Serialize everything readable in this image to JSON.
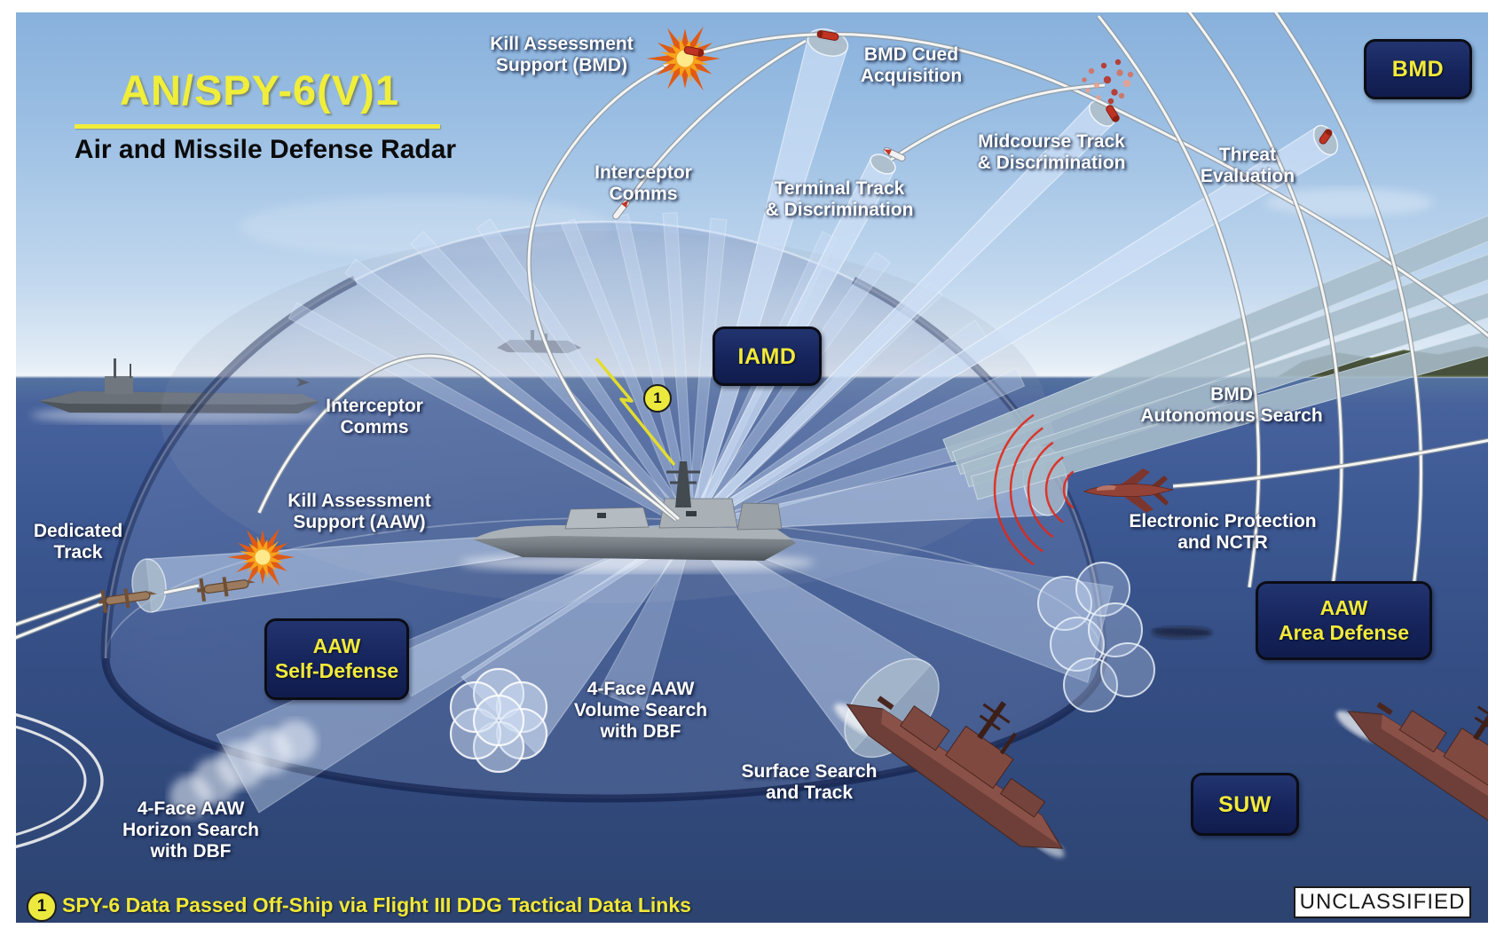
{
  "title": {
    "main": "AN/SPY-6(V)1",
    "subtitle": "Air and Missile Defense Radar"
  },
  "badges": [
    {
      "id": "bmd",
      "label": "BMD"
    },
    {
      "id": "iamd",
      "label": "IAMD"
    },
    {
      "id": "aaw-self-defense",
      "label": "AAW\nSelf-Defense"
    },
    {
      "id": "aaw-area-defense",
      "label": "AAW\nArea Defense"
    },
    {
      "id": "suw",
      "label": "SUW"
    }
  ],
  "labels": [
    {
      "id": "kill-assessment-bmd",
      "text": "Kill Assessment\nSupport (BMD)"
    },
    {
      "id": "bmd-cued-acquisition",
      "text": "BMD Cued\nAcquisition"
    },
    {
      "id": "interceptor-comms-top",
      "text": "Interceptor\nComms"
    },
    {
      "id": "terminal-track",
      "text": "Terminal Track\n& Discrimination"
    },
    {
      "id": "midcourse-track",
      "text": "Midcourse Track\n& Discrimination"
    },
    {
      "id": "threat-evaluation",
      "text": "Threat\nEvaluation"
    },
    {
      "id": "interceptor-comms-left",
      "text": "Interceptor\nComms"
    },
    {
      "id": "kill-assessment-aaw",
      "text": "Kill Assessment\nSupport (AAW)"
    },
    {
      "id": "dedicated-track",
      "text": "Dedicated\nTrack"
    },
    {
      "id": "bmd-autonomous-search",
      "text": "BMD\nAutonomous Search"
    },
    {
      "id": "electronic-protection",
      "text": "Electronic Protection\nand NCTR"
    },
    {
      "id": "volume-search",
      "text": "4-Face AAW\nVolume Search\nwith DBF"
    },
    {
      "id": "surface-search",
      "text": "Surface Search\nand Track"
    },
    {
      "id": "horizon-search",
      "text": "4-Face AAW\nHorizon Search\nwith DBF"
    }
  ],
  "callout_marker": "1",
  "footnote": {
    "marker": "1",
    "text": "SPY-6 Data Passed Off-Ship via Flight III DDG Tactical Data Links"
  },
  "classification": "UNCLASSIFIED",
  "colors": {
    "badge_background": "#16245c",
    "badge_text_yellow": "#f2ea3a",
    "title_yellow": "#f0ee3a",
    "label_white": "#ffffff",
    "footnote_yellow": "#f0e838",
    "sky_top": "#85afdb",
    "sea_blue": "#3c5892",
    "radar_beam_blue": "#cddff6",
    "dome_edge_navy": "#16244e",
    "explosion_orange": "#e05a14",
    "missile_red": "#c03524",
    "enemy_hull_maroon": "#6d3f38",
    "classification_text": "#1a1a1a"
  }
}
